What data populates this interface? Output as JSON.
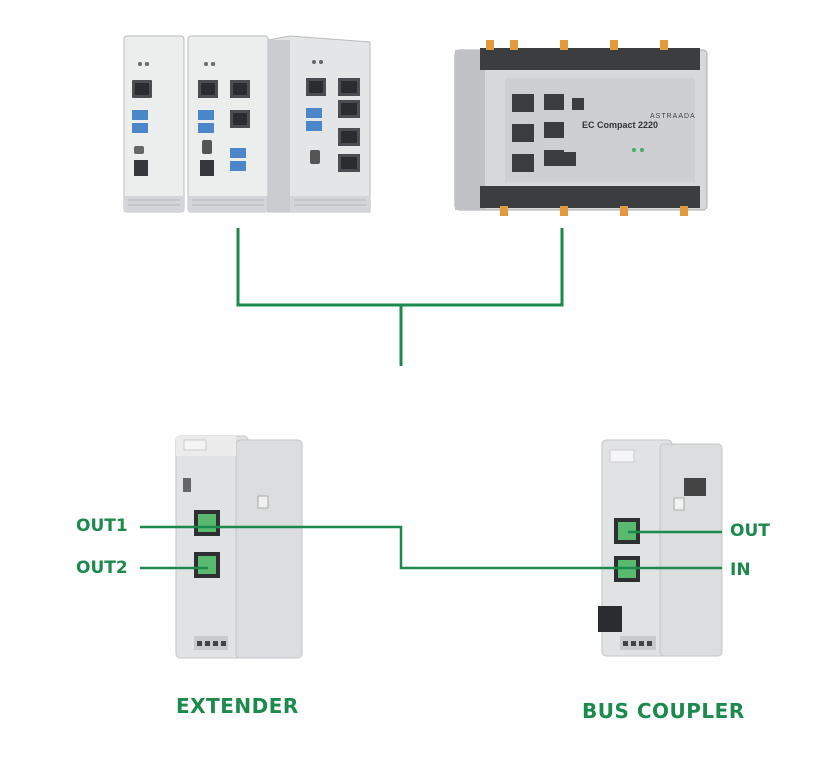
{
  "colors": {
    "accent": "#1b8a4c",
    "device_silver": "#e3e4e6",
    "device_dark": "#8e9094",
    "module_gray": "#d9dbdd",
    "terminal_orange": "#e39a3c"
  },
  "devices": {
    "ec_compact": {
      "model": "EC Compact 2220",
      "brand": "ASTRAADA"
    },
    "extender": {
      "title": "EXTENDER",
      "ports": [
        "OUT1",
        "OUT2"
      ]
    },
    "bus_coupler": {
      "title": "BUS COUPLER",
      "ports": [
        "OUT",
        "IN"
      ]
    }
  }
}
